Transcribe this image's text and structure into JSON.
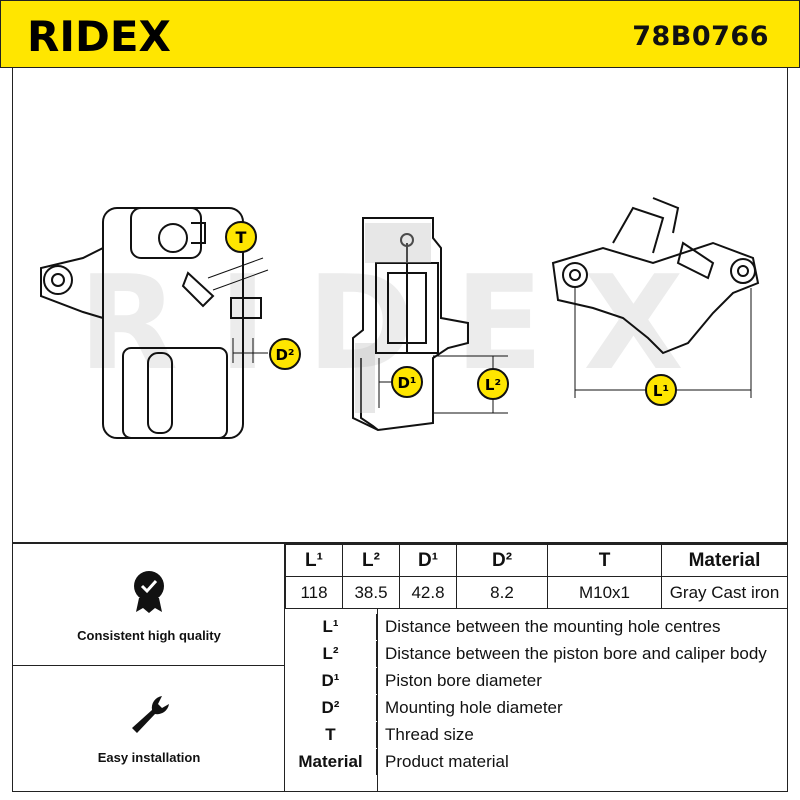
{
  "header": {
    "brand": "RIDEX",
    "part_number": "78B0766"
  },
  "diagram": {
    "watermark": "RIDEX",
    "labels": {
      "T": "T",
      "D2": "D²",
      "D1": "D¹",
      "L2": "L²",
      "L1": "L¹"
    }
  },
  "features": [
    {
      "label": "Consistent high quality",
      "icon": "quality-badge-icon"
    },
    {
      "label": "Easy installation",
      "icon": "wrench-icon"
    }
  ],
  "specs": {
    "headers": [
      "L¹",
      "L²",
      "D¹",
      "D²",
      "T",
      "Material"
    ],
    "values": [
      "118",
      "38.5",
      "42.8",
      "8.2",
      "M10x1",
      "Gray Cast iron"
    ]
  },
  "legend": [
    {
      "symbol": "L¹",
      "description": "Distance between the mounting hole centres"
    },
    {
      "symbol": "L²",
      "description": "Distance between the piston bore and caliper body"
    },
    {
      "symbol": "D¹",
      "description": "Piston bore diameter"
    },
    {
      "symbol": "D²",
      "description": "Mounting hole diameter"
    },
    {
      "symbol": "T",
      "description": "Thread size"
    },
    {
      "symbol": "Material",
      "description": "Product material"
    }
  ],
  "colors": {
    "brand_yellow": "#ffe600",
    "badge_yellow": "#ffe600",
    "line": "#111111",
    "watermark": "#e6e6e6"
  }
}
